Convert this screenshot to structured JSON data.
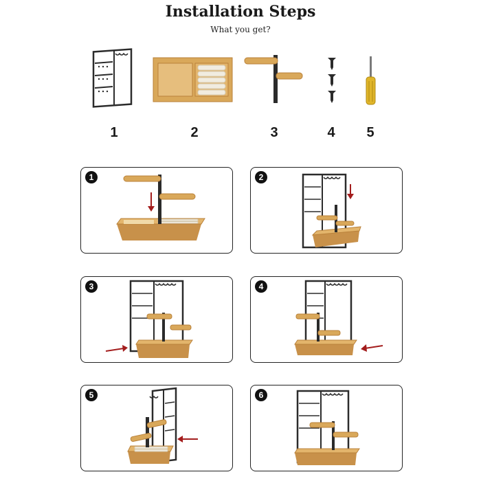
{
  "header": {
    "title": "Installation Steps",
    "subtitle": "What you get?"
  },
  "parts": [
    {
      "number": "1",
      "name": "metal-frame"
    },
    {
      "number": "2",
      "name": "bamboo-tray"
    },
    {
      "number": "3",
      "name": "bamboo-bar-post"
    },
    {
      "number": "4",
      "name": "screws"
    },
    {
      "number": "5",
      "name": "screwdriver"
    }
  ],
  "steps": [
    {
      "number": "1"
    },
    {
      "number": "2"
    },
    {
      "number": "3"
    },
    {
      "number": "4"
    },
    {
      "number": "5"
    },
    {
      "number": "6"
    }
  ],
  "colors": {
    "wood": "#d9a85a",
    "wood_dark": "#b9813a",
    "metal": "#2b2b2b",
    "arrow": "#a31c1c",
    "cushion": "#f1ece0"
  }
}
